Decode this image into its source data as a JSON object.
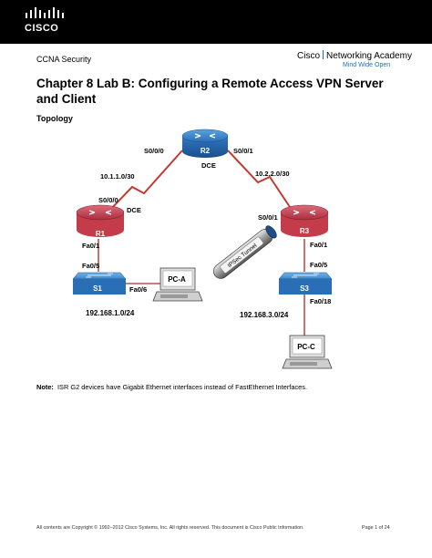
{
  "header": {
    "logo_text": "CISCO",
    "course": "CCNA Security",
    "academy_part1": "Cisco",
    "academy_part2": "Networking Academy",
    "academy_tagline": "Mind Wide Open"
  },
  "doc": {
    "title": "Chapter 8 Lab B: Configuring a Remote Access VPN Server and Client",
    "section": "Topology"
  },
  "topology": {
    "routers": {
      "r1": "R1",
      "r2": "R2",
      "r3": "R3"
    },
    "switches": {
      "s1": "S1",
      "s3": "S3"
    },
    "pcs": {
      "pca": "PC-A",
      "pcc": "PC-C"
    },
    "interfaces": {
      "r2_s000": "S0/0/0",
      "r2_s001": "S0/0/1",
      "r2_dce": "DCE",
      "r1_s000": "S0/0/0",
      "r1_dce": "DCE",
      "r3_s001": "S0/0/1",
      "r1_fa01": "Fa0/1",
      "s1_fa05": "Fa0/5",
      "s1_fa06": "Fa0/6",
      "r3_fa01": "Fa0/1",
      "s3_fa05": "Fa0/5",
      "s3_fa018": "Fa0/18"
    },
    "networks": {
      "wan1": "10.1.1.0/30",
      "wan2": "10.2.2.0/30",
      "lan1": "192.168.1.0/24",
      "lan3": "192.168.3.0/24"
    },
    "tunnel": "IPSec Tunnel"
  },
  "note": {
    "label": "Note:",
    "text": "ISR G2 devices have Gigabit Ethernet interfaces instead of FastEthernet Interfaces."
  },
  "footer": {
    "copyright": "All contents are Copyright © 1992–2012 Cisco Systems, Inc. All rights reserved. This document is Cisco Public Information.",
    "page": "Page 1 of 24"
  }
}
